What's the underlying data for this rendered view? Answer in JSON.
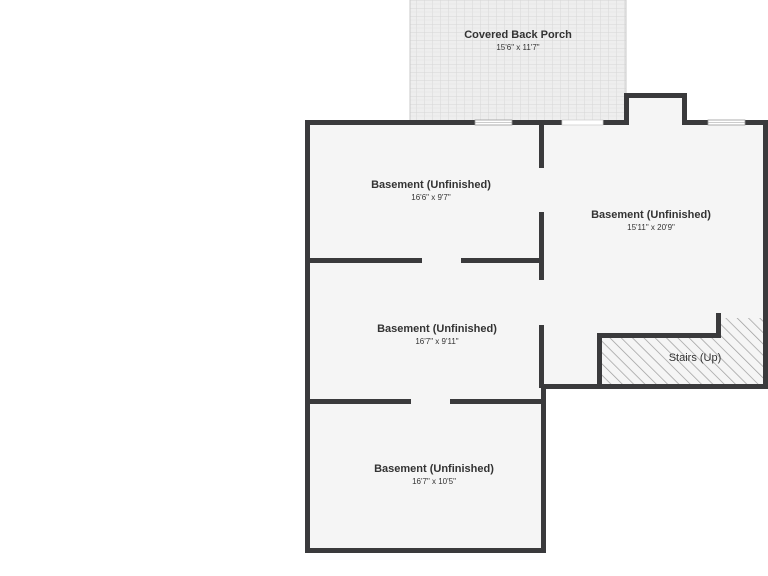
{
  "rooms": {
    "porch": {
      "name": "Covered Back Porch",
      "dims": "15'6\" x 11'7\""
    },
    "basement_top_left": {
      "name": "Basement (Unfinished)",
      "dims": "16'6\" x 9'7\""
    },
    "basement_right": {
      "name": "Basement (Unfinished)",
      "dims": "15'11\" x 20'9\""
    },
    "basement_middle": {
      "name": "Basement (Unfinished)",
      "dims": "16'7\" x 9'11\""
    },
    "basement_bottom": {
      "name": "Basement (Unfinished)",
      "dims": "16'7\" x 10'5\""
    },
    "stairs": {
      "name": "Stairs (Up)"
    }
  },
  "colors": {
    "wall": "#3a3a3c",
    "floor": "#f5f5f5",
    "porch_tile": "#e2e2e2",
    "stairs_hatch": "#9a9a9a"
  }
}
